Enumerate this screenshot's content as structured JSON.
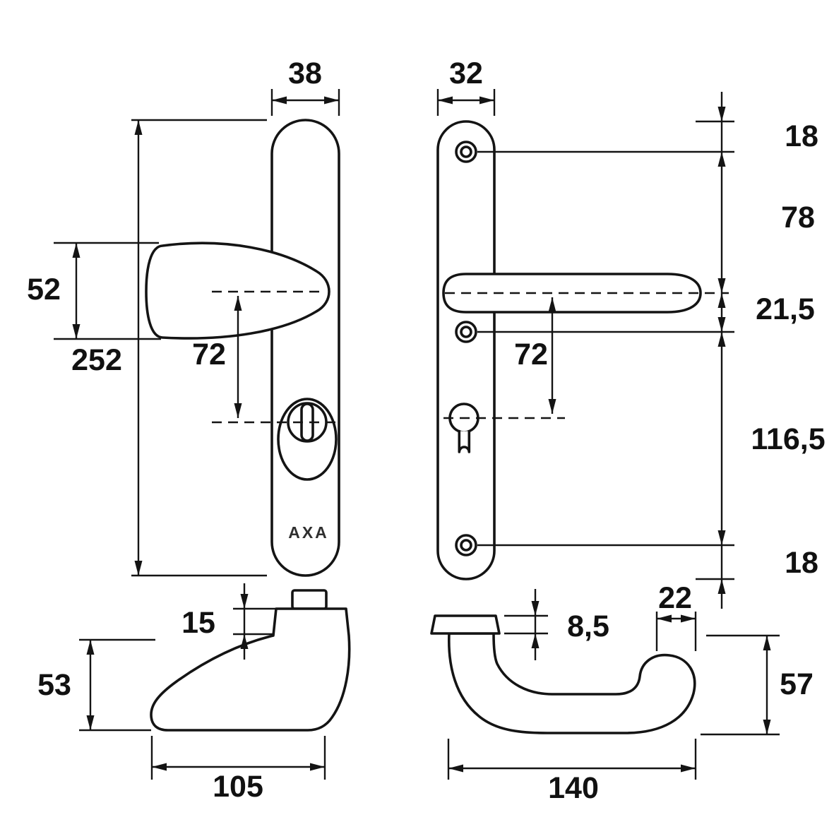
{
  "brand": "AXA",
  "dims": {
    "outside_width": "38",
    "outside_height": "252",
    "knob_height": "52",
    "outside_centers": "72",
    "inside_width": "32",
    "inside_top_margin": "18",
    "top_screw_to_handle": "78",
    "handle_to_mid_screw": "21,5",
    "mid_to_bottom_screw": "116,5",
    "inside_bottom_margin": "18",
    "inside_centers": "72",
    "knob_neck_height": "15",
    "knob_depth": "53",
    "knob_length": "105",
    "lever_plate_thickness": "8,5",
    "lever_grip_width": "22",
    "lever_depth": "57",
    "lever_length": "140"
  }
}
